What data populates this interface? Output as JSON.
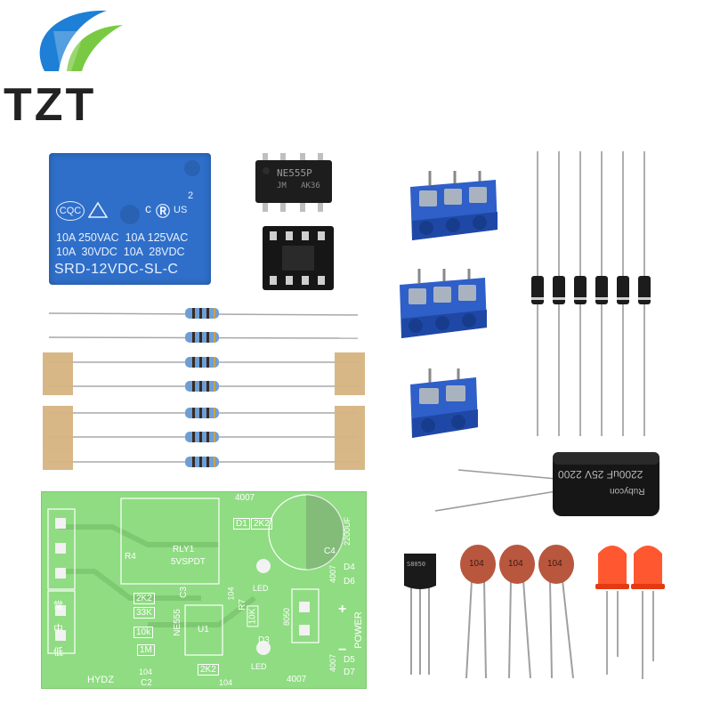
{
  "brand": {
    "name": "TZT",
    "colors": {
      "blue": "#1d7fd6",
      "green": "#7ac943",
      "dark": "#222222"
    }
  },
  "relay": {
    "cert1": "CQC",
    "cert2": "c",
    "cert_us": "US",
    "cert_num": "2",
    "line1": "10A 250VAC  10A 125VAC",
    "line2": "10A  30VDC  10A  28VDC",
    "model": "SRD-12VDC-SL-C",
    "color": "#2f6fc9"
  },
  "ic": {
    "line1": "NE555P",
    "line2": "JM   AK36"
  },
  "capacitor_electrolytic": {
    "label": "2200uF 25V 2200",
    "brand": "Rubycon"
  },
  "ceramic_caps": [
    "104",
    "104",
    "104"
  ],
  "transistor": {
    "label": "S8050"
  },
  "pcb": {
    "color": "#8fdc82",
    "labels": {
      "d4007_top": "4007",
      "d1": "D1",
      "r2k2_top": "2K2",
      "rly1": "RLY1",
      "r4": "R4",
      "spdt": "5VSPDT",
      "c4": "C4",
      "c4_val": "2200UF",
      "d4": "D4",
      "d6": "D6",
      "d4007_mid": "4007",
      "led": "LED",
      "r2k2_a": "2K2",
      "r33k": "33K",
      "r10k_a": "10k",
      "r1m": "1M",
      "ne555": "NE555",
      "u1": "U1",
      "c3": "C3",
      "c3_val": "104",
      "r7": "R7",
      "r10k_b": "10K",
      "r2k2_b": "2K2",
      "led_b": "LED",
      "d3": "D3",
      "q8050": "8050",
      "power": "POWER",
      "plus": "+",
      "minus": "−",
      "d5": "D5",
      "d7": "D7",
      "d4007_bottom": "4007",
      "d4007_right": "4007",
      "c2": "C2",
      "c2_val": "104",
      "r104_bottom": "104",
      "hydz": "HYDZ",
      "side1": "常",
      "side2": "中",
      "side3": "低"
    }
  }
}
